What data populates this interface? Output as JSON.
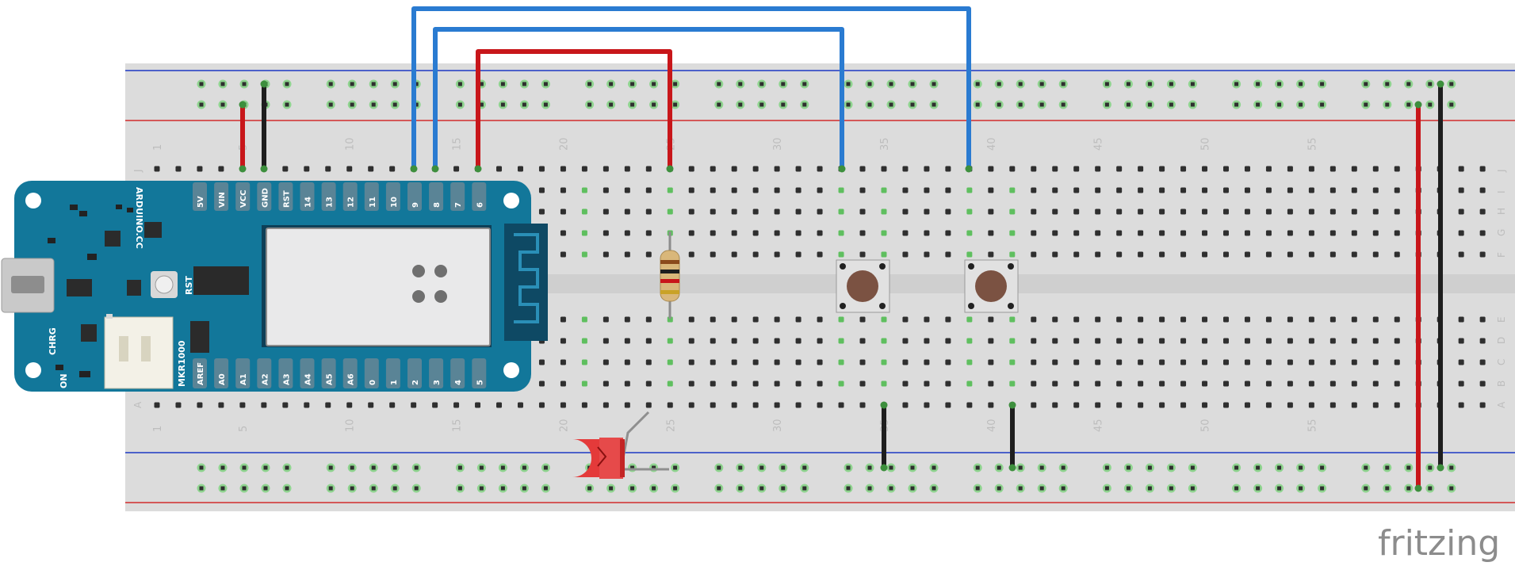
{
  "board": {
    "brand": "ARDUINO.CC",
    "model": "MKR1000",
    "labels": {
      "rst": "RST",
      "chrg": "CHRG",
      "on": "ON"
    },
    "top_pins": [
      "5V",
      "VIN",
      "VCC",
      "GND",
      "RST",
      "14",
      "13",
      "12",
      "11",
      "10",
      "9",
      "8",
      "7",
      "6"
    ],
    "bottom_pins": [
      "AREF",
      "A0",
      "A1",
      "A2",
      "A3",
      "A4",
      "A5",
      "A6",
      "0",
      "1",
      "2",
      "3",
      "4",
      "5"
    ]
  },
  "breadboard": {
    "columns": 63,
    "column_numbers": [
      "1",
      "5",
      "10",
      "15",
      "20",
      "25",
      "30",
      "35",
      "40",
      "45",
      "50",
      "55"
    ],
    "rows_top": [
      "J",
      "I",
      "H",
      "G",
      "F"
    ],
    "rows_bottom": [
      "E",
      "D",
      "C",
      "B",
      "A"
    ]
  },
  "colors": {
    "wire_blue": "#2a7bd1",
    "wire_red": "#c8161a",
    "wire_black": "#1e1e1e",
    "board_teal": "#12779a",
    "rail_blue": "#1c38c4",
    "rail_red": "#d12c2c"
  },
  "watermark": "fritzing"
}
